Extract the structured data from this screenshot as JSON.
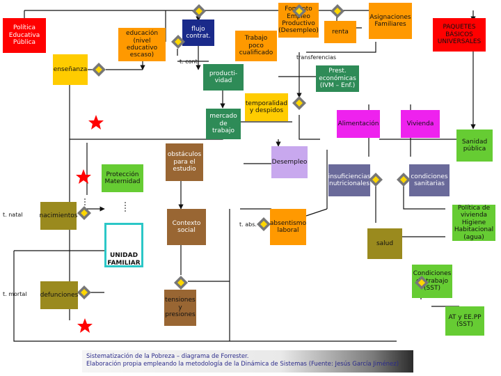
{
  "nodes": {
    "politica_educativa": "Política Educativa Pública",
    "educacion": "educación (nivel educativo escaso)",
    "flujo_contrat": "flujo contrat.",
    "trabajo_poco": "Trabajo poco cualificado",
    "fomento_empleo": "Fomento Empleo Productivo (Desempleo)",
    "renta": "renta",
    "asignaciones": "Asignaciones Familiares",
    "paquetes": "PAQUETES BÁSICOS UNIVERSALES",
    "enseñanza": "enseñanza",
    "t_cont": "t. cont.",
    "productividad": "producti- vidad",
    "transferencias": "transferencias",
    "prest_economicas": "Prest. económicas (IVM – Enf.)",
    "temporalidad": "temporalidad y despidos",
    "mercado_trabajo": "mercado de trabajo",
    "alimentacion": "Alimentación",
    "vivienda": "Vivienda",
    "sanidad": "Sanidad pública",
    "obstaculos": "obstáculos para el estudio",
    "desempleo": "Desempleo",
    "proteccion": "Protección Maternidad",
    "insuficiencias": "insuficiencias nutricionales",
    "condiciones_sanitarias": "condiciones sanitarias",
    "t_natal": "t. natal",
    "nacimientos": "nacimientos",
    "contexto_social": "Contexto social",
    "t_abs": "t. abs.",
    "absentismo": "absentismo laboral",
    "politica_vivienda": "Política de vivienda Higiene Habitacional (agua)",
    "salud": "salud",
    "unidad_familiar": "UNIDAD FAMILIAR",
    "condiciones_trabajo": "Condiciones de trabajo (SST)",
    "t_mortal": "t. mortal",
    "defunciones": "defunciones",
    "tensiones": "tensiones y presiones",
    "at_ee": "AT y EE.PP (SST)"
  },
  "footer": {
    "line1": "Sistematización de la Pobreza – diagrama de Forrester.",
    "line2": "Elaboración propia empleando la metodología de la Dinámica de Sistemas (Fuente: Jesús García Jiménez)"
  },
  "colors": {
    "red": "#ff0000",
    "orange": "#ff9900",
    "yellow": "#ffcc00",
    "brown": "#996633",
    "olive": "#9a8a1e",
    "green": "#2e8b57",
    "magenta": "#ee22ee",
    "navy": "#1a2a8a",
    "slate": "#6a6a9a",
    "lavender": "#c8a8ee",
    "cyan": "#2bc7c7",
    "lightgreen": "#66cc33"
  }
}
